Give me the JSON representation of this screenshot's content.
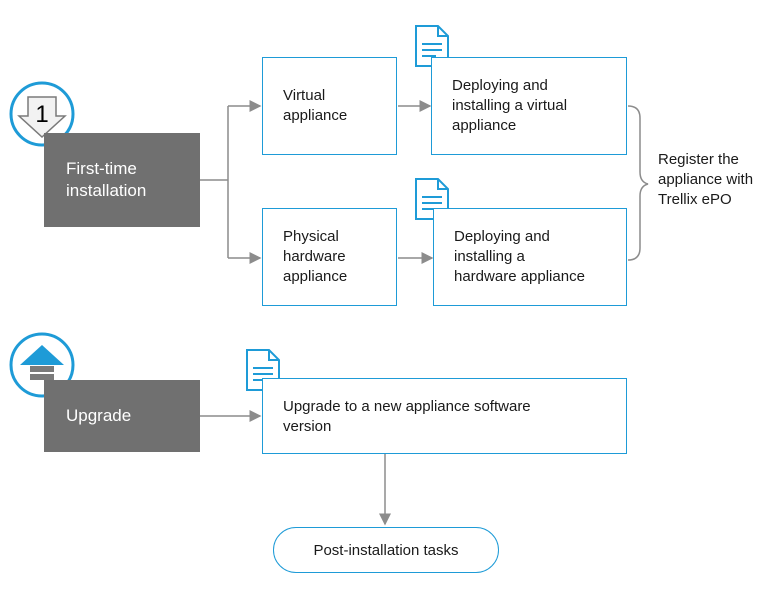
{
  "nodes": {
    "first_time": "First-time\ninstallation",
    "upgrade": "Upgrade",
    "virtual": "Virtual\nappliance",
    "physical": "Physical\nhardware\nappliance",
    "deploy_virtual": "Deploying and\ninstalling a virtual\nappliance",
    "deploy_hardware": "Deploying and\ninstalling a\nhardware appliance",
    "register": "Register the\nappliance with\nTrellix ePO",
    "upgrade_task": "Upgrade to a new appliance software\nversion",
    "post_install": "Post-installation tasks"
  },
  "badges": {
    "step_number": "1"
  },
  "colors": {
    "accent": "#1e9bd7",
    "gray_box": "#707070",
    "connector": "#8c8c8c"
  }
}
